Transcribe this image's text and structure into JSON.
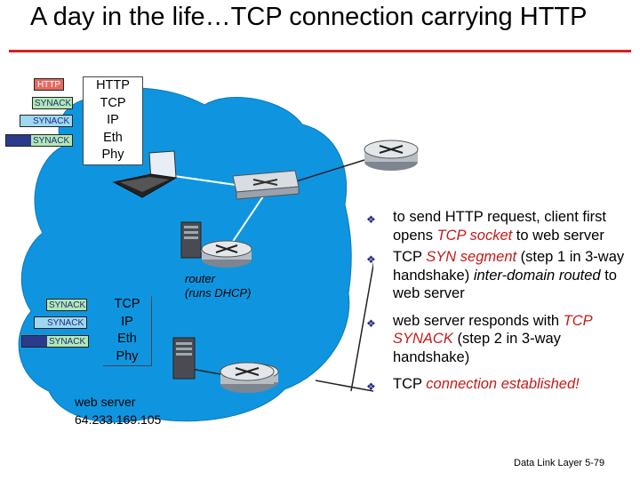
{
  "slide": {
    "title": "A day in the life…TCP connection carrying HTTP",
    "footer": "Data Link Layer 5-79"
  },
  "client_stack": {
    "layers": [
      "HTTP",
      "TCP",
      "IP",
      "Eth",
      "Phy"
    ]
  },
  "server_stack": {
    "layers": [
      "TCP",
      "IP",
      "Eth",
      "Phy"
    ]
  },
  "client_packets": [
    "HTTP",
    "SYNACK",
    "SYNACK",
    "SYNACK"
  ],
  "server_packets": [
    "SYNACK",
    "SYNACK",
    "SYNACK"
  ],
  "router_label": {
    "line1": "router",
    "line2": "(runs DHCP)"
  },
  "web_server": {
    "line1": "web server",
    "line2": "64.233.169.105"
  },
  "bullets": [
    {
      "text": "to send HTTP request, client first opens "
    },
    {
      "em1": "TCP socket",
      "tail1": " to web server"
    },
    {
      "pre": "TCP ",
      "em": "SYN segment",
      "tail": " (step 1 in 3-way handshake) ",
      "em2": "inter-domain routed",
      "tail2": " to web server"
    },
    {
      "pre": "web server responds with ",
      "em": "TCP SYNACK",
      "tail": " (step 2 in 3-way handshake)"
    },
    {
      "pre": "TCP ",
      "em": "connection established!"
    }
  ],
  "colors": {
    "cloud": "#0f95e0",
    "accent_red": "#c41a1a",
    "packet_http": "#e46a5e",
    "packet_tcp": "#b3e8b0",
    "packet_ip": "#9fd8ee",
    "packet_eth": "#2c3a8c"
  },
  "icons": [
    "laptop-icon",
    "switch-icon",
    "router-icon",
    "server-icon",
    "bullet-diamond-icon"
  ]
}
